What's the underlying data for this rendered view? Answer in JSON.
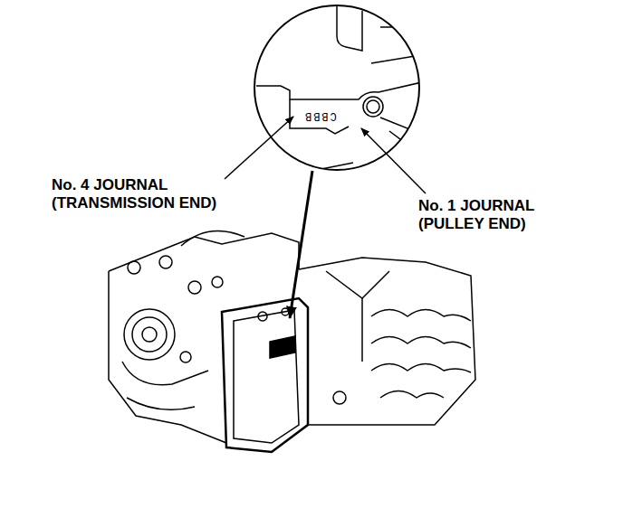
{
  "diagram": {
    "labels": [
      "CBBB",
      "No. 4 JOURNAL (TRANSMISSION END)",
      "No. 1 JOURNAL (PULLEY END)"
    ]
  }
}
